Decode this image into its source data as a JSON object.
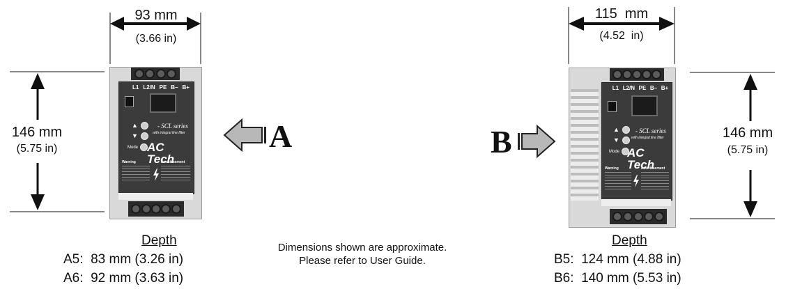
{
  "drive_a": {
    "width_mm": "93 mm",
    "width_in": "(3.66 in)",
    "height_mm": "146 mm",
    "height_in": "(5.75 in)",
    "letter": "A",
    "terminals": [
      "L1",
      "L2/N",
      "PE",
      "B–",
      "B+"
    ],
    "buttons": [
      "▲",
      "▼",
      "Mode"
    ],
    "series": "- SCL series",
    "filter": "with integral line filter",
    "brand": "AC Tech",
    "warning": "Warning",
    "avertissement": "Avertissement",
    "depth": {
      "title": "Depth",
      "rows": [
        "A5:  83 mm (3.26 in)",
        "A6:  92 mm (3.63 in)"
      ]
    }
  },
  "drive_b": {
    "width_mm": "115  mm",
    "width_in": "(4.52  in)",
    "height_mm": "146 mm",
    "height_in": "(5.75 in)",
    "letter": "B",
    "terminals": [
      "L1",
      "L2/N",
      "PE",
      "B–",
      "B+"
    ],
    "buttons": [
      "▲",
      "▼",
      "Mode"
    ],
    "series": "- SCL series",
    "filter": "with integral line filter",
    "brand": "AC Tech",
    "warning": "Warning",
    "avertissement": "Avertissement",
    "depth": {
      "title": "Depth",
      "rows": [
        "B5:  124 mm (4.88 in)",
        "B6:  140 mm (5.53 in)"
      ]
    }
  },
  "note": {
    "line1": "Dimensions shown are approximate.",
    "line2": "Please refer to User Guide."
  },
  "colors": {
    "arrow_fill": "#b8b8b8",
    "ink": "#111111",
    "housing": "#d9d9d9",
    "face": "#3b3b3b"
  }
}
